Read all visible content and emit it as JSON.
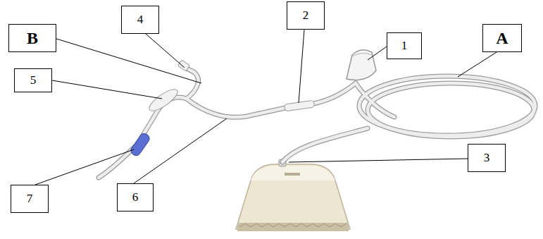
{
  "diagram": {
    "nodes": [
      {
        "text": [
          "B"
        ]
      },
      {
        "text": [
          "4"
        ]
      },
      {
        "text": [
          "2"
        ]
      },
      {
        "text": [
          "1"
        ]
      },
      {
        "text": [
          "A"
        ]
      },
      {
        "text": [
          "5"
        ]
      },
      {
        "text": [
          "3"
        ]
      },
      {
        "text": [
          "7"
        ]
      },
      {
        "text": [
          "6"
        ]
      }
    ]
  }
}
